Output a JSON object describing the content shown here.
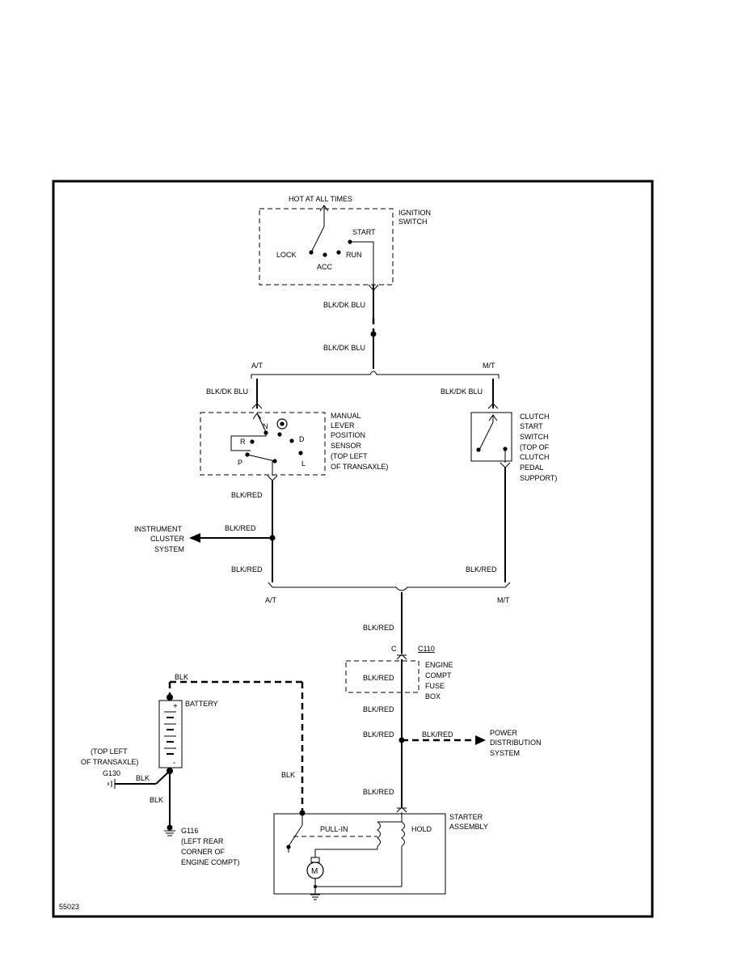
{
  "diagram_id": "55023",
  "ignition": {
    "hot_label": "HOT AT ALL TIMES",
    "name_line1": "IGNITION",
    "name_line2": "SWITCH",
    "pos_lock": "LOCK",
    "pos_acc": "ACC",
    "pos_run": "RUN",
    "pos_start": "START"
  },
  "wires": {
    "upper_a": "BLK/DK BLU",
    "upper_b": "BLK/DK BLU",
    "at_branch": "BLK/DK BLU",
    "mt_branch": "BLK/DK BLU",
    "at_out": "BLK/RED",
    "cluster_feed": "BLK/RED",
    "at_lower": "BLK/RED",
    "mt_lower": "BLK/RED",
    "main_down": "BLK/RED",
    "fuse_box_inner": "BLK/RED",
    "below_fuse": "BLK/RED",
    "to_power": "BLK/RED",
    "power_feed": "BLK/RED",
    "to_starter": "BLK/RED",
    "battery_top": "BLK",
    "battery_starter": "BLK",
    "ground_g130": "BLK",
    "ground_g116": "BLK"
  },
  "splits": {
    "at_label": "A/T",
    "mt_label": "M/T",
    "at_label_lower": "A/T",
    "mt_label_lower": "M/T"
  },
  "mlps": {
    "line1": "MANUAL",
    "line2": "LEVER",
    "line3": "POSITION",
    "line4": "SENSOR",
    "line5": "(TOP LEFT",
    "line6": "OF TRANSAXLE)",
    "pos_n": "N",
    "pos_o": "O",
    "pos_r": "R",
    "pos_d": "D",
    "pos_p": "P",
    "pos_l": "L"
  },
  "clutch": {
    "line1": "CLUTCH",
    "line2": "START",
    "line3": "SWITCH",
    "line4": "(TOP OF",
    "line5": "CLUTCH",
    "line6": "PEDAL",
    "line7": "SUPPORT)"
  },
  "cluster": {
    "line1": "INSTRUMENT",
    "line2": "CLUSTER",
    "line3": "SYSTEM"
  },
  "connector": {
    "pin": "C",
    "id": "C110"
  },
  "fuse_box": {
    "line1": "ENGINE",
    "line2": "COMPT",
    "line3": "FUSE",
    "line4": "BOX"
  },
  "power": {
    "line1": "POWER",
    "line2": "DISTRIBUTION",
    "line3": "SYSTEM"
  },
  "battery": {
    "label": "BATTERY",
    "plus": "+",
    "minus": "-"
  },
  "ground_g130": {
    "loc1": "(TOP LEFT",
    "loc2": "OF TRANSAXLE)",
    "id": "G130"
  },
  "ground_g116": {
    "id": "G116",
    "loc1": "(LEFT REAR",
    "loc2": "CORNER OF",
    "loc3": "ENGINE COMPT)"
  },
  "starter": {
    "line1": "STARTER",
    "line2": "ASSEMBLY",
    "pull_in": "PULL-IN",
    "hold": "HOLD",
    "motor": "M"
  }
}
